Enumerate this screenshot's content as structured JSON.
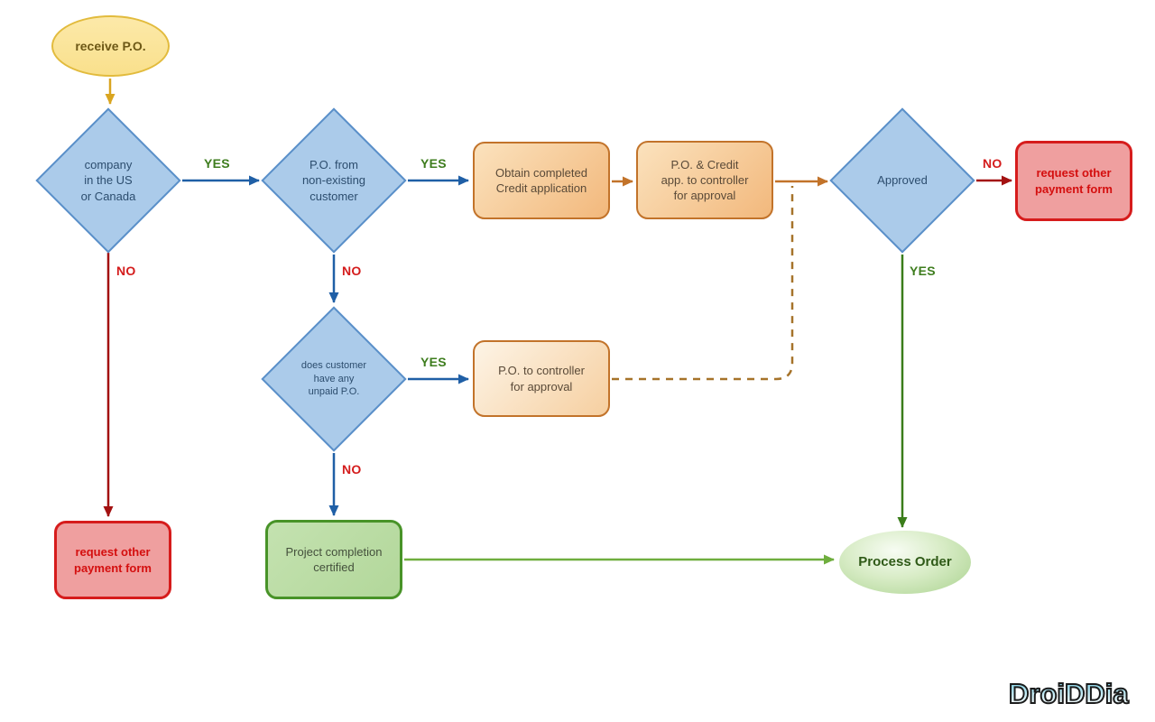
{
  "diagram_type": "flowchart",
  "watermark": "DroiDDia",
  "nodes": {
    "receive": {
      "label": "receive P.O.",
      "shape": "ellipse",
      "fill": "#f9e08c",
      "border": "#e2bb3d"
    },
    "company_us": {
      "label": "company\nin the US\nor Canada",
      "shape": "diamond",
      "fill": "#abcbea",
      "border": "#5b90c9"
    },
    "po_non_existing": {
      "label": "P.O. from\nnon-existing\ncustomer",
      "shape": "diamond",
      "fill": "#abcbea",
      "border": "#5b90c9"
    },
    "obtain_credit": {
      "label": "Obtain completed\nCredit application",
      "shape": "rounded-rect",
      "fill": "#f5c28c",
      "border": "#c2732a"
    },
    "po_credit_controller": {
      "label": "P.O. & Credit\napp. to controller\nfor approval",
      "shape": "rounded-rect",
      "fill": "#f5c28c",
      "border": "#c2732a"
    },
    "approved": {
      "label": "Approved",
      "shape": "diamond",
      "fill": "#abcbea",
      "border": "#5b90c9"
    },
    "request_other_right": {
      "label": "request other\npayment form",
      "shape": "rounded-rect",
      "fill": "#ef9f9f",
      "border": "#d61c1c"
    },
    "unpaid_po": {
      "label": "does customer\nhave any\nunpaid P.O.",
      "shape": "diamond",
      "fill": "#abcbea",
      "border": "#5b90c9"
    },
    "po_controller": {
      "label": "P.O. to controller\nfor approval",
      "shape": "rounded-rect",
      "fill": "#f9d8ab",
      "border": "#c2732a"
    },
    "request_other_left": {
      "label": "request other\npayment form",
      "shape": "rounded-rect",
      "fill": "#ef9f9f",
      "border": "#d61c1c"
    },
    "project_completion": {
      "label": "Project completion\ncertified",
      "shape": "rounded-rect",
      "fill": "#b2d79a",
      "border": "#489328"
    },
    "process_order": {
      "label": "Process Order",
      "shape": "ellipse",
      "fill": "#bfdfa9",
      "border": "none"
    }
  },
  "edge_labels": {
    "company_yes": "YES",
    "company_no": "NO",
    "po_non_existing_yes": "YES",
    "po_non_existing_no": "NO",
    "unpaid_yes": "YES",
    "unpaid_no": "NO",
    "approved_yes": "YES",
    "approved_no": "NO"
  },
  "edges": [
    {
      "from": "receive",
      "to": "company_us",
      "label": "",
      "color": "#d9a520",
      "style": "solid"
    },
    {
      "from": "company_us",
      "to": "po_non_existing",
      "label": "YES",
      "color": "#1f5fa6",
      "style": "solid"
    },
    {
      "from": "company_us",
      "to": "request_other_left",
      "label": "NO",
      "color": "#a31111",
      "style": "solid"
    },
    {
      "from": "po_non_existing",
      "to": "obtain_credit",
      "label": "YES",
      "color": "#1f5fa6",
      "style": "solid"
    },
    {
      "from": "po_non_existing",
      "to": "unpaid_po",
      "label": "NO",
      "color": "#1f5fa6",
      "style": "solid"
    },
    {
      "from": "obtain_credit",
      "to": "po_credit_controller",
      "label": "",
      "color": "#c2732a",
      "style": "solid"
    },
    {
      "from": "po_credit_controller",
      "to": "approved",
      "label": "",
      "color": "#c2732a",
      "style": "solid"
    },
    {
      "from": "approved",
      "to": "request_other_right",
      "label": "NO",
      "color": "#a31111",
      "style": "solid"
    },
    {
      "from": "approved",
      "to": "process_order",
      "label": "YES",
      "color": "#3a7d1a",
      "style": "solid"
    },
    {
      "from": "unpaid_po",
      "to": "po_controller",
      "label": "YES",
      "color": "#1f5fa6",
      "style": "solid"
    },
    {
      "from": "unpaid_po",
      "to": "project_completion",
      "label": "NO",
      "color": "#1f5fa6",
      "style": "solid"
    },
    {
      "from": "po_controller",
      "to": "approved",
      "label": "",
      "color": "#a6732a",
      "style": "dashed"
    },
    {
      "from": "project_completion",
      "to": "process_order",
      "label": "",
      "color": "#6fae3e",
      "style": "solid"
    }
  ],
  "colors": {
    "yes_label": "#3e7d1e",
    "no_label": "#d41c1c",
    "diamond_fill": "#abcbea",
    "diamond_border": "#5b90c9",
    "orange_fill": "#f5c28c",
    "orange_border": "#c2732a",
    "red_fill": "#ef9f9f",
    "red_border": "#d61c1c",
    "green_fill": "#b2d79a",
    "green_border": "#489328",
    "yellow_fill": "#f9e08c",
    "yellow_border": "#e2bb3d"
  }
}
